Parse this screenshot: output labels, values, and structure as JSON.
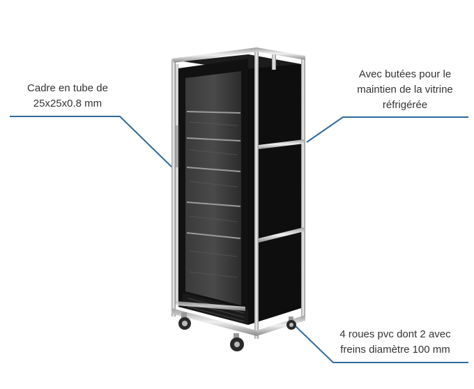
{
  "callouts": {
    "frame": {
      "line1": "Cadre en tube de",
      "line2": "25x25x0.8 mm"
    },
    "stops": {
      "line1": "Avec butées pour le",
      "line2": "maintien de la vitrine",
      "line3": "réfrigérée"
    },
    "wheels": {
      "line1": "4 roues pvc dont 2 avec",
      "line2": "freins diamètre 100 mm"
    }
  },
  "colors": {
    "leader_line": "#2e6a9b",
    "text": "#333333",
    "cabinet": "#0d0d0d",
    "frame_metal": "#c8c8c8"
  }
}
